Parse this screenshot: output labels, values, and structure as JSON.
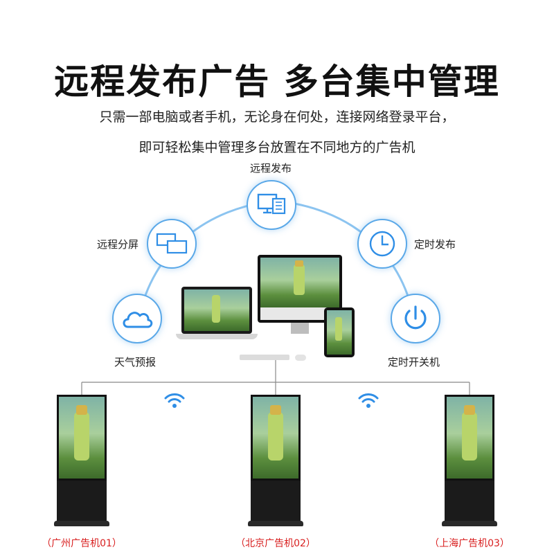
{
  "headline": "远程发布广告  多台集中管理",
  "subtitle_line1": "只需一部电脑或者手机，无论身在何处，连接网络登录平台，",
  "subtitle_line2": "即可轻松集中管理多台放置在不同地方的广告机",
  "features": {
    "remote_publish": "远程发布",
    "remote_split_screen": "远程分屏",
    "scheduled_publish": "定时发布",
    "weather_forecast": "天气预报",
    "scheduled_power": "定时开关机"
  },
  "machines": [
    {
      "label": "（广州广告机01）"
    },
    {
      "label": "（北京广告机02）"
    },
    {
      "label": "（上海广告机03）"
    }
  ],
  "icons": {
    "remote_publish": "monitor-document-icon",
    "remote_split_screen": "split-screen-icon",
    "scheduled_publish": "clock-icon",
    "weather_forecast": "cloud-icon",
    "scheduled_power": "power-icon",
    "wifi": "wifi-icon"
  },
  "colors": {
    "accent_blue": "#2f8ee6",
    "label_red": "#d81e1e"
  }
}
